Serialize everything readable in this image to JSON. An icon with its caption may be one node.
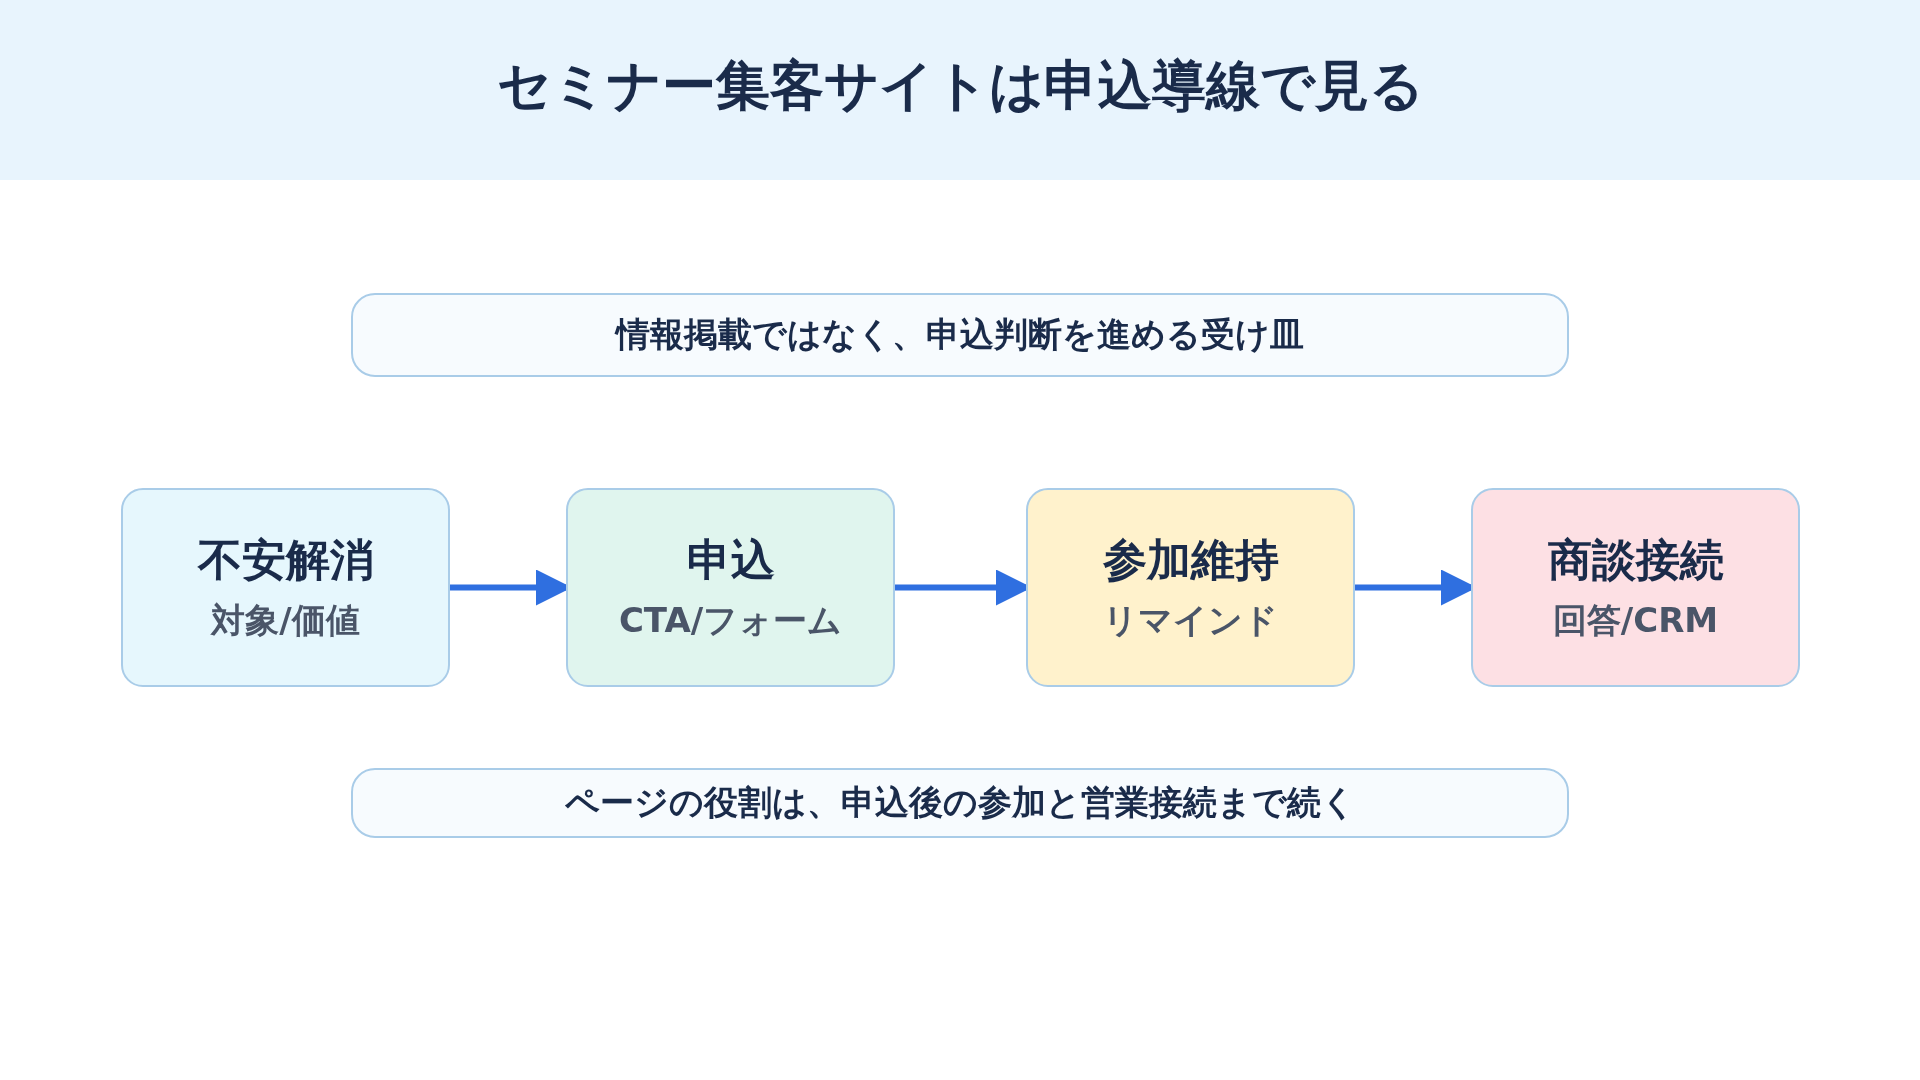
{
  "diagram": {
    "title": "セミナー集客サイトは申込導線で見る",
    "nodes": [
      {
        "text": [
          "情報掲載ではなく、申込判断を進める受け皿"
        ]
      },
      {
        "text": [
          "不安解消",
          "対象/価値"
        ]
      },
      {
        "text": [
          "申込",
          "CTA/フォーム"
        ]
      },
      {
        "text": [
          "参加維持",
          "リマインド"
        ]
      },
      {
        "text": [
          "商談接続",
          "回答/CRM"
        ]
      },
      {
        "text": [
          "ページの役割は、申込後の参加と営業接続まで続く"
        ]
      }
    ],
    "edges": [
      {
        "from": 1,
        "to": 2,
        "arrow": "to"
      },
      {
        "from": 2,
        "to": 3,
        "arrow": "to"
      },
      {
        "from": 3,
        "to": 4,
        "arrow": "to"
      }
    ]
  }
}
